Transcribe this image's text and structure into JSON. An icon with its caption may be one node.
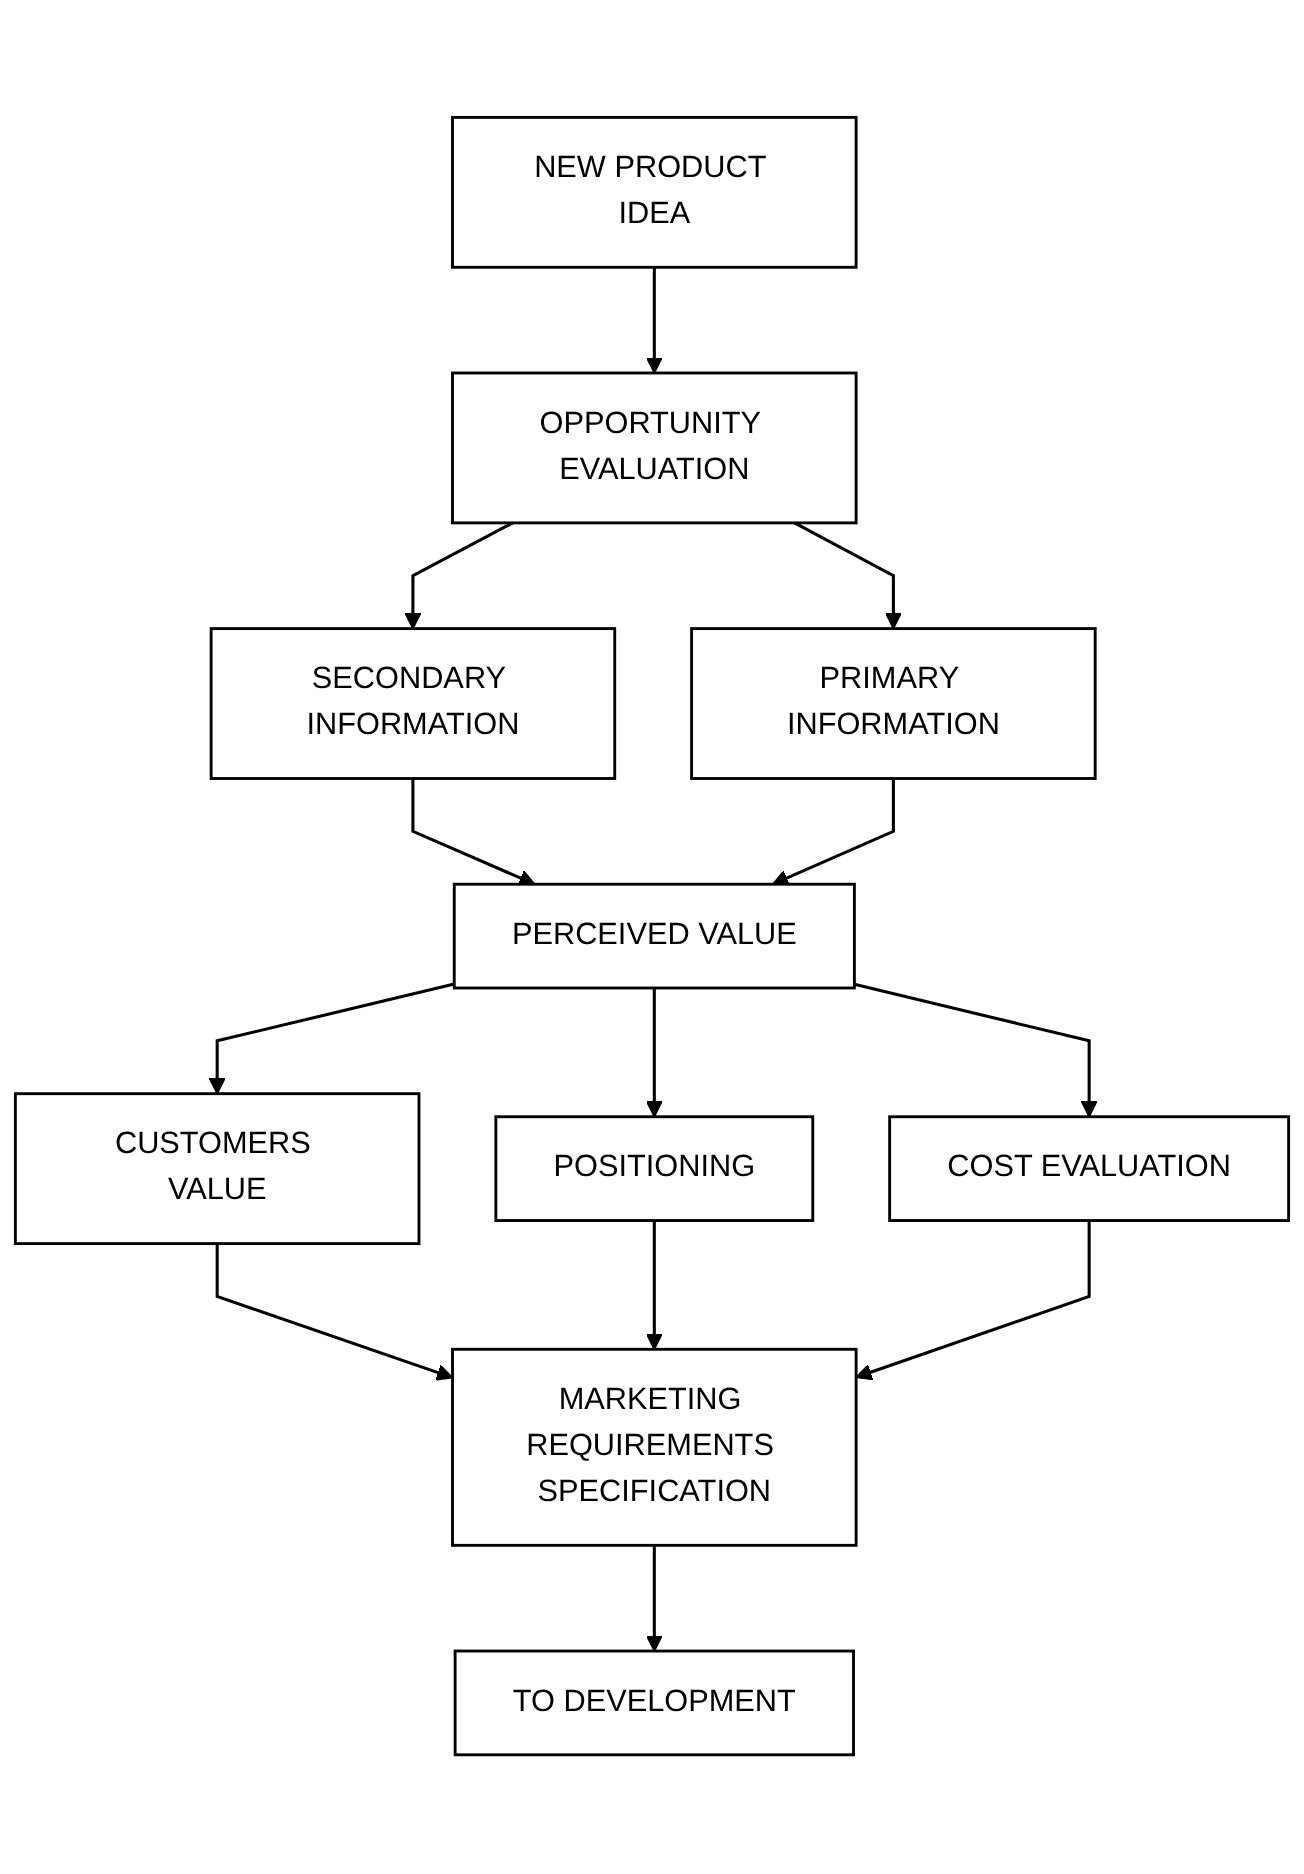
{
  "diagram": {
    "nodes": [
      {
        "text": [
          "NEW PRODUCT IDEA"
        ]
      },
      {
        "text": [
          "OPPORTUNITY EVALUATION"
        ]
      },
      {
        "text": [
          "SECONDARY INFORMATION"
        ]
      },
      {
        "text": [
          "PRIMARY INFORMATION"
        ]
      },
      {
        "text": [
          "PERCEIVED VALUE"
        ]
      },
      {
        "text": [
          "CUSTOMERS VALUE"
        ]
      },
      {
        "text": [
          "POSITIONING"
        ]
      },
      {
        "text": [
          "COST EVALUATION"
        ]
      },
      {
        "text": [
          "MARKETING REQUIREMENTS SPECIFICATION"
        ]
      },
      {
        "text": [
          "TO DEVELOPMENT"
        ]
      }
    ],
    "edges": [
      {
        "from": 0,
        "to": 1,
        "arrow": "to"
      },
      {
        "from": 1,
        "to": 2,
        "arrow": "to"
      },
      {
        "from": 1,
        "to": 3,
        "arrow": "to"
      },
      {
        "from": 2,
        "to": 4,
        "arrow": "to"
      },
      {
        "from": 3,
        "to": 4,
        "arrow": "to"
      },
      {
        "from": 4,
        "to": 5,
        "arrow": "to"
      },
      {
        "from": 4,
        "to": 6,
        "arrow": "to"
      },
      {
        "from": 4,
        "to": 7,
        "arrow": "to"
      },
      {
        "from": 5,
        "to": 8,
        "arrow": "to"
      },
      {
        "from": 6,
        "to": 8,
        "arrow": "to"
      },
      {
        "from": 7,
        "to": 8,
        "arrow": "to"
      },
      {
        "from": 8,
        "to": 9,
        "arrow": "to"
      }
    ]
  }
}
